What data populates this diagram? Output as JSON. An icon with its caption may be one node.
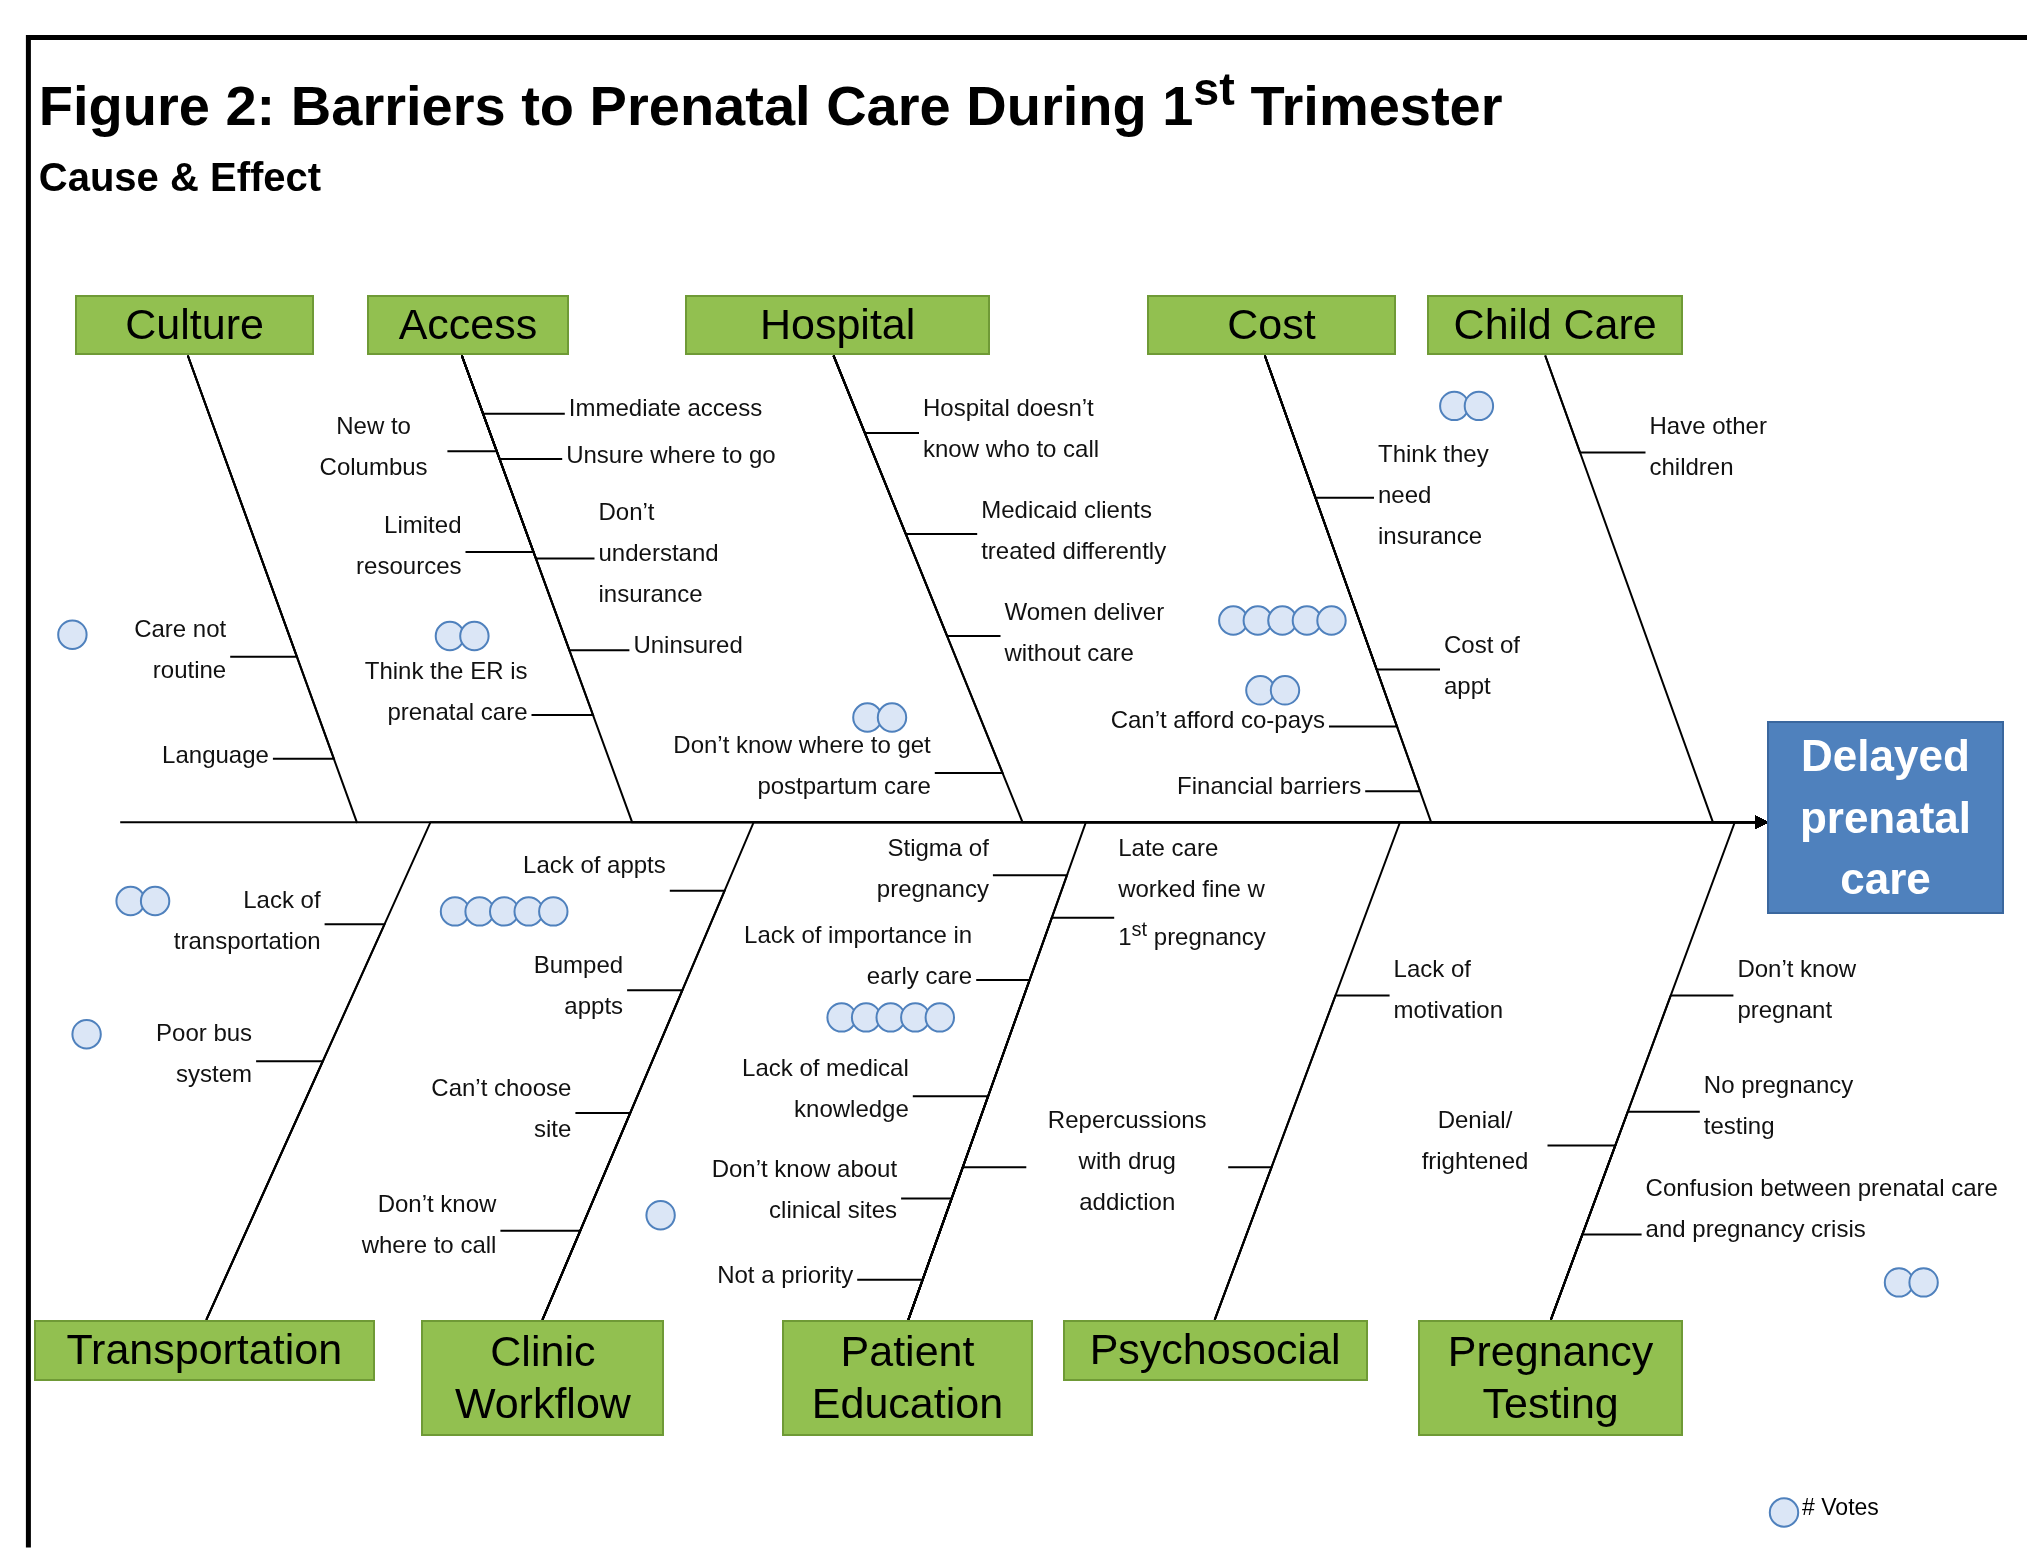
{
  "diagram": {
    "title": "Figure 2: Barriers to Prenatal Care During 1$^{st}$ Trimester",
    "nodes": [
      {
        "text": [
          "Culture"
        ]
      },
      {
        "text": [
          "Access"
        ]
      },
      {
        "text": [
          "Hospital"
        ]
      },
      {
        "text": [
          "Cost"
        ]
      },
      {
        "text": [
          "Child Care"
        ]
      },
      {
        "text": [
          "Transportation"
        ]
      },
      {
        "text": [
          "Clinic Workflow"
        ]
      },
      {
        "text": [
          "Patient Education"
        ]
      },
      {
        "text": [
          "Psychosocial"
        ]
      },
      {
        "text": [
          "Pregnancy Testing"
        ]
      },
      {
        "text": [
          "Delayed prenatal care"
        ]
      },
      {
        "text": [
          "Care not routine"
        ]
      },
      {
        "text": [
          "Language"
        ]
      },
      {
        "text": [
          "New to Columbus"
        ]
      },
      {
        "text": [
          "Limited resources"
        ]
      },
      {
        "text": [
          "Think the ER is prenatal care"
        ]
      },
      {
        "text": [
          "Immediate access"
        ]
      },
      {
        "text": [
          "Unsure where to go"
        ]
      },
      {
        "text": [
          "Don’t understand insurance"
        ]
      },
      {
        "text": [
          "Uninsured"
        ]
      },
      {
        "text": [
          "Hospital doesn’t know who to call"
        ]
      },
      {
        "text": [
          "Medicaid clients treated differently"
        ]
      },
      {
        "text": [
          "Women deliver without care"
        ]
      },
      {
        "text": [
          "Don’t know where to get postpartum care"
        ]
      },
      {
        "text": [
          "Think they need insurance"
        ]
      },
      {
        "text": [
          "Cost of appt"
        ]
      },
      {
        "text": [
          "Can’t afford co-pays"
        ]
      },
      {
        "text": [
          "Financial barriers"
        ]
      },
      {
        "text": [
          "Have other children"
        ]
      },
      {
        "text": [
          "Lack of transportation"
        ]
      },
      {
        "text": [
          "Poor bus system"
        ]
      },
      {
        "text": [
          "Lack of appts"
        ]
      },
      {
        "text": [
          "Bumped appts"
        ]
      },
      {
        "text": [
          "Can’t choose site"
        ]
      },
      {
        "text": [
          "Don’t know where to call"
        ]
      },
      {
        "text": [
          "Stigma of pregnancy"
        ]
      },
      {
        "text": [
          "Lack of importance in early care"
        ]
      },
      {
        "text": [
          "Late care worked fine w 1$^{st}$ pregnancy"
        ]
      },
      {
        "text": [
          "Lack of medical knowledge"
        ]
      },
      {
        "text": [
          "Don’t know about clinical sites"
        ]
      },
      {
        "text": [
          "Not a priority"
        ]
      },
      {
        "text": [
          "Repercussions with drug addiction"
        ]
      },
      {
        "text": [
          "Lack of motivation"
        ]
      },
      {
        "text": [
          "Denial/ frightened"
        ]
      },
      {
        "text": [
          "Don’t know pregnant"
        ]
      },
      {
        "text": [
          "No pregnancy testing"
        ]
      },
      {
        "text": [
          "Confusion between prenatal care and pregnancy crisis"
        ]
      }
    ],
    "edges": [
      {
        "from": 0,
        "to": 10,
        "arrow": "to"
      },
      {
        "from": 1,
        "to": 10,
        "arrow": "to"
      },
      {
        "from": 2,
        "to": 10,
        "arrow": "to"
      },
      {
        "from": 3,
        "to": 10,
        "arrow": "to"
      },
      {
        "from": 4,
        "to": 10,
        "arrow": "to"
      },
      {
        "from": 5,
        "to": 10,
        "arrow": "to"
      },
      {
        "from": 6,
        "to": 10,
        "arrow": "to"
      },
      {
        "from": 7,
        "to": 10,
        "arrow": "to"
      },
      {
        "from": 8,
        "to": 10,
        "arrow": "to"
      },
      {
        "from": 9,
        "to": 10,
        "arrow": "to"
      },
      {
        "from": 11,
        "to": 0,
        "arrow": "none"
      },
      {
        "from": 12,
        "to": 0,
        "arrow": "none"
      },
      {
        "from": 13,
        "to": 1,
        "arrow": "none"
      },
      {
        "from": 14,
        "to": 1,
        "arrow": "none"
      },
      {
        "from": 15,
        "to": 1,
        "arrow": "none"
      },
      {
        "from": 16,
        "to": 1,
        "arrow": "none"
      },
      {
        "from": 17,
        "to": 1,
        "arrow": "none"
      },
      {
        "from": 18,
        "to": 1,
        "arrow": "none"
      },
      {
        "from": 19,
        "to": 1,
        "arrow": "none"
      },
      {
        "from": 20,
        "to": 2,
        "arrow": "none"
      },
      {
        "from": 21,
        "to": 2,
        "arrow": "none"
      },
      {
        "from": 22,
        "to": 2,
        "arrow": "none"
      },
      {
        "from": 23,
        "to": 2,
        "arrow": "none"
      },
      {
        "from": 24,
        "to": 3,
        "arrow": "none"
      },
      {
        "from": 25,
        "to": 3,
        "arrow": "none"
      },
      {
        "from": 26,
        "to": 3,
        "arrow": "none"
      },
      {
        "from": 27,
        "to": 3,
        "arrow": "none"
      },
      {
        "from": 28,
        "to": 4,
        "arrow": "none"
      },
      {
        "from": 29,
        "to": 5,
        "arrow": "none"
      },
      {
        "from": 30,
        "to": 5,
        "arrow": "none"
      },
      {
        "from": 31,
        "to": 6,
        "arrow": "none"
      },
      {
        "from": 32,
        "to": 6,
        "arrow": "none"
      },
      {
        "from": 33,
        "to": 6,
        "arrow": "none"
      },
      {
        "from": 34,
        "to": 6,
        "arrow": "none"
      },
      {
        "from": 35,
        "to": 7,
        "arrow": "none"
      },
      {
        "from": 36,
        "to": 7,
        "arrow": "none"
      },
      {
        "from": 37,
        "to": 7,
        "arrow": "none"
      },
      {
        "from": 38,
        "to": 7,
        "arrow": "none"
      },
      {
        "from": 39,
        "to": 7,
        "arrow": "none"
      },
      {
        "from": 40,
        "to": 7,
        "arrow": "none"
      },
      {
        "from": 41,
        "to": 7,
        "arrow": "none"
      },
      {
        "from": 41,
        "to": 8,
        "arrow": "none"
      },
      {
        "from": 42,
        "to": 8,
        "arrow": "none"
      },
      {
        "from": 43,
        "to": 9,
        "arrow": "none"
      },
      {
        "from": 44,
        "to": 9,
        "arrow": "none"
      },
      {
        "from": 45,
        "to": 9,
        "arrow": "none"
      },
      {
        "from": 46,
        "to": 9,
        "arrow": "none"
      }
    ],
    "labels": [
      "Cause & Effect"
    ],
    "legend": [
      {
        "text": "# Votes"
      }
    ]
  }
}
